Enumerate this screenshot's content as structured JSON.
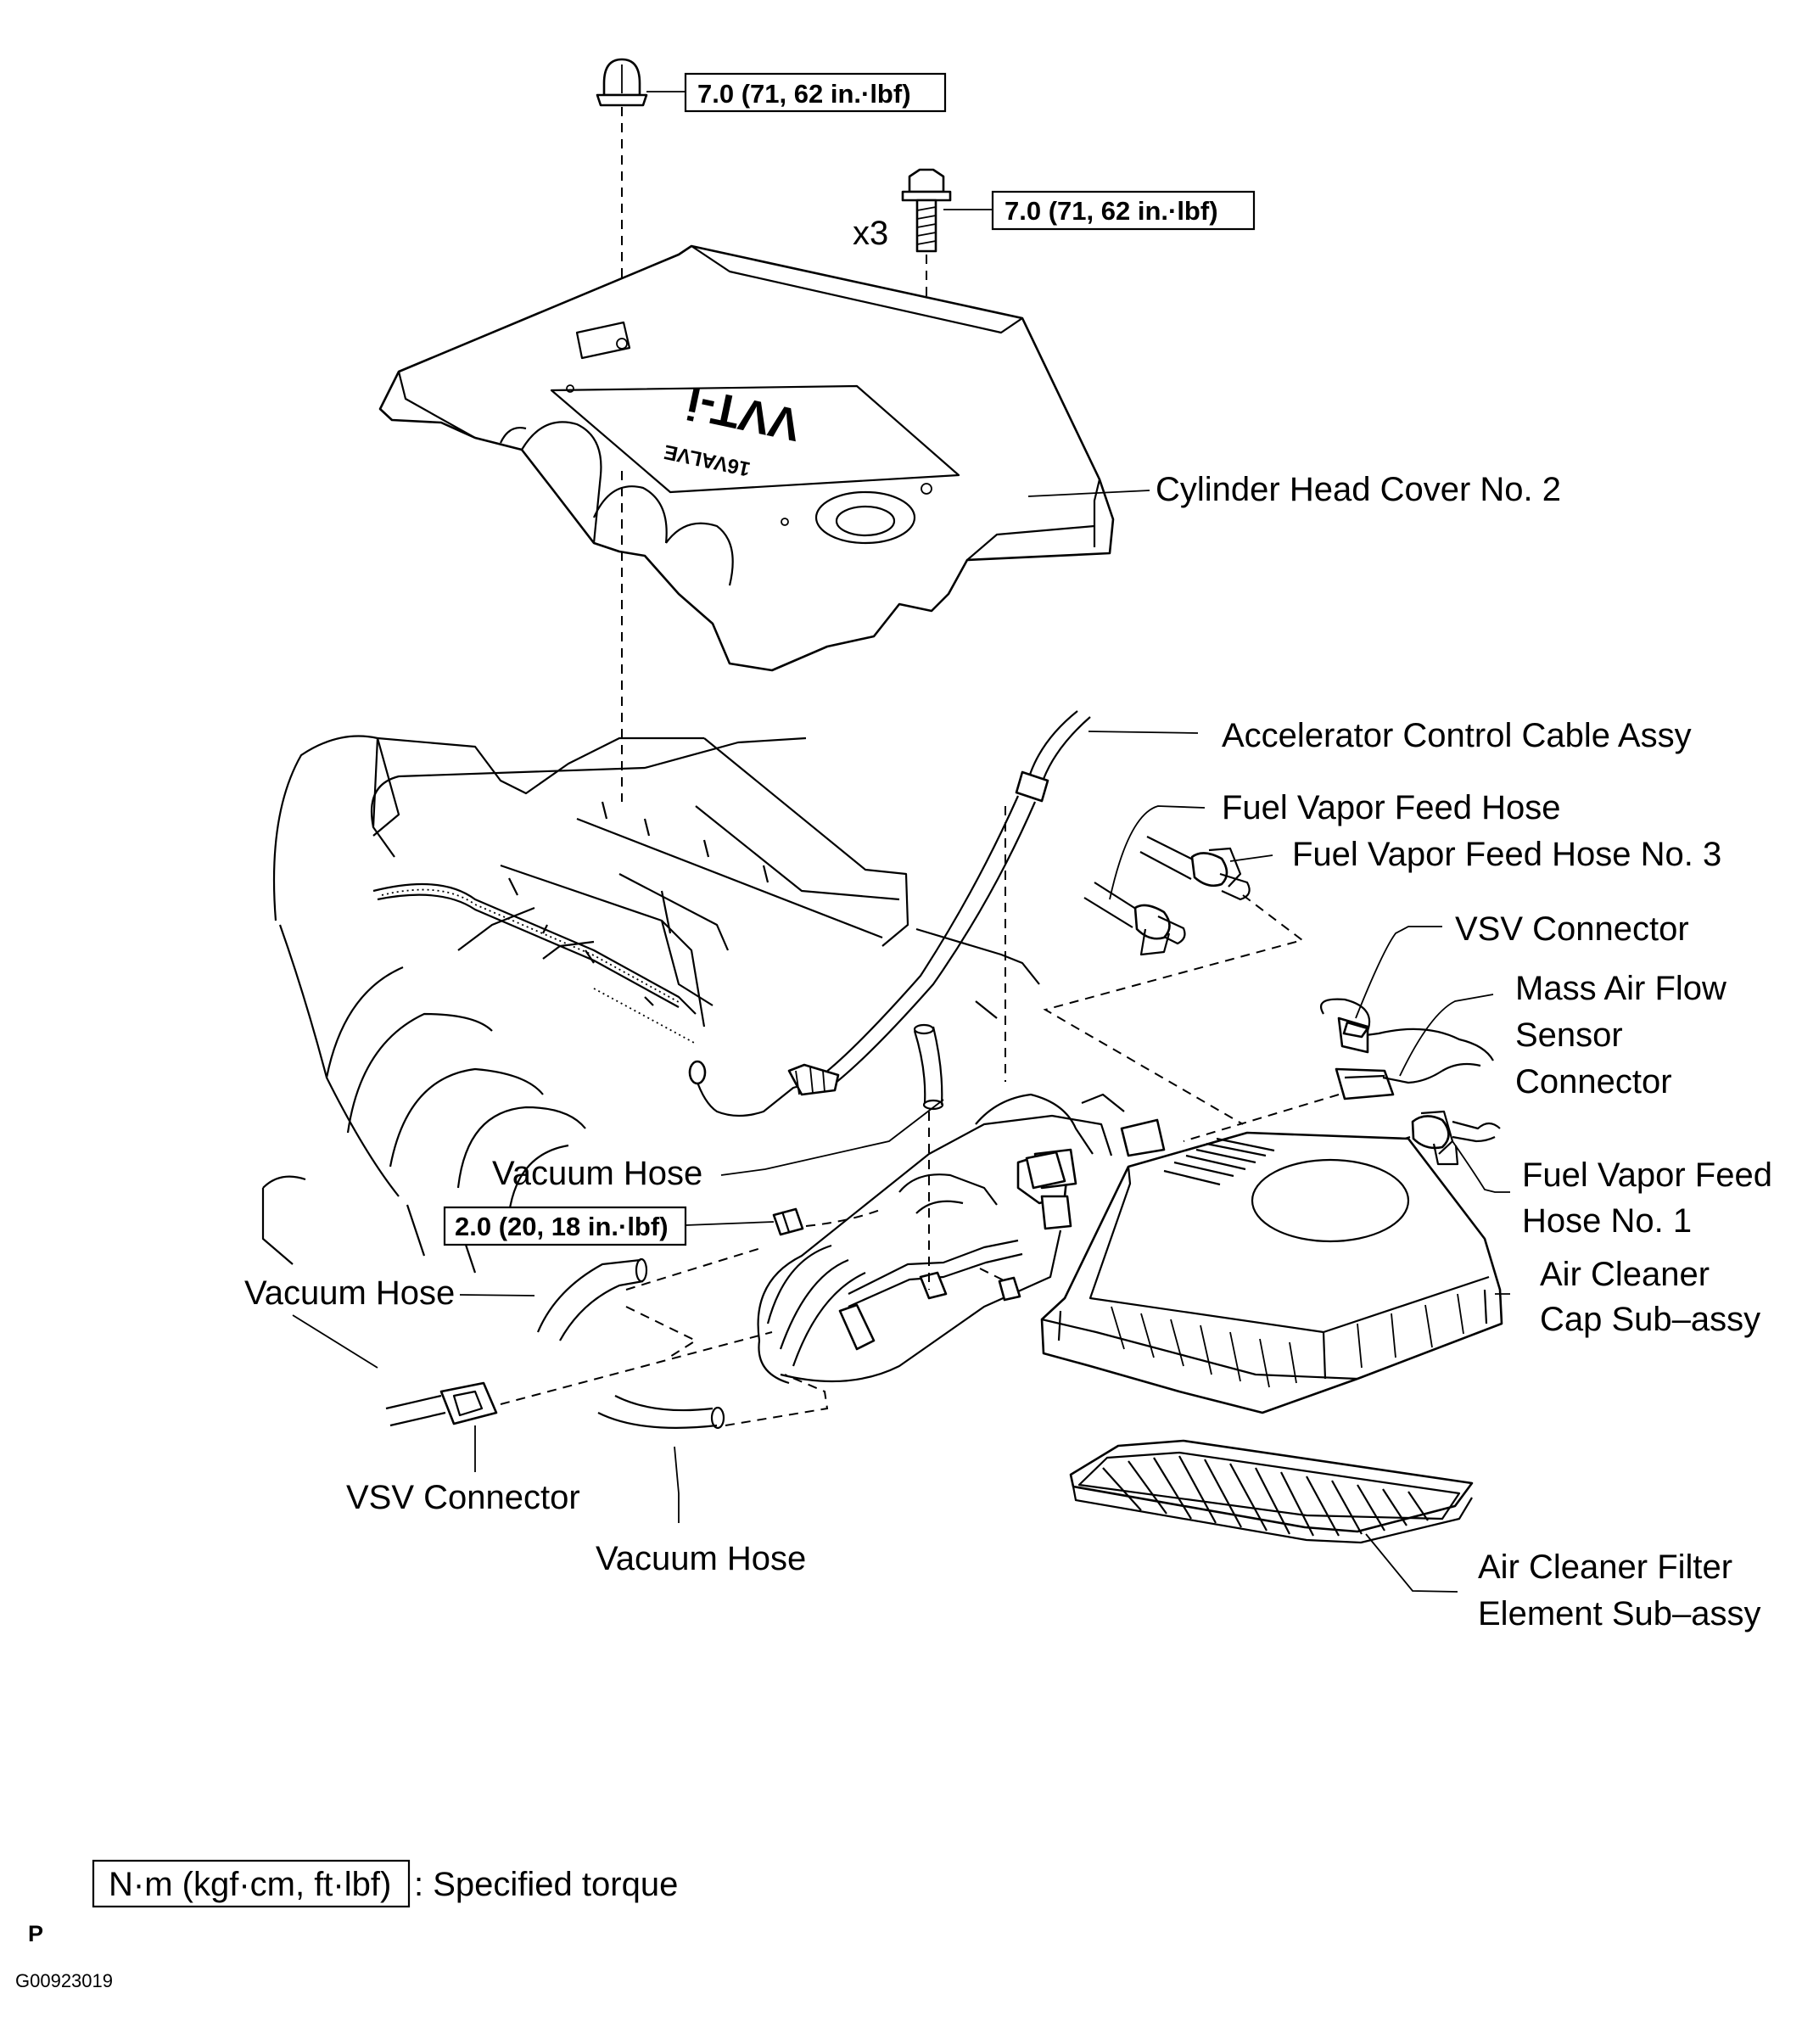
{
  "callouts": {
    "nut_torque": "7.0 (71, 62 in.·lbf)",
    "bolt_torque": "7.0 (71, 62 in.·lbf)",
    "bolt_qty": "x3",
    "cylinder_head_cover": "Cylinder Head Cover No. 2",
    "accelerator_cable": "Accelerator Control Cable Assy",
    "fuel_vapor_feed_hose": "Fuel Vapor Feed Hose",
    "fuel_vapor_feed_hose_3": "Fuel Vapor Feed Hose No. 3",
    "vsv_connector_right": "VSV Connector",
    "maf_line1": "Mass Air Flow",
    "maf_line2": "Sensor",
    "maf_line3": "Connector",
    "fuel_vapor_hose1_line1": "Fuel Vapor Feed",
    "fuel_vapor_hose1_line2": "Hose No. 1",
    "vacuum_hose_upper": "Vacuum Hose",
    "clamp_torque": "2.0 (20, 18 in.·lbf)",
    "vacuum_hose_left": "Vacuum Hose",
    "air_cleaner_cap_line1": "Air Cleaner",
    "air_cleaner_cap_line2": "Cap Sub–assy",
    "vsv_connector_left": "VSV Connector",
    "vacuum_hose_lower": "Vacuum Hose",
    "filter_line1": "Air Cleaner Filter",
    "filter_line2": "Element Sub–assy"
  },
  "cover_logo": {
    "main": "VVT-i",
    "sub": "16VALVE"
  },
  "legend": {
    "unit_box": "N·m (kgf·cm, ft·lbf)",
    "description": ": Specified torque"
  },
  "footer": {
    "marker": "P",
    "figure_id": "G00923019"
  }
}
